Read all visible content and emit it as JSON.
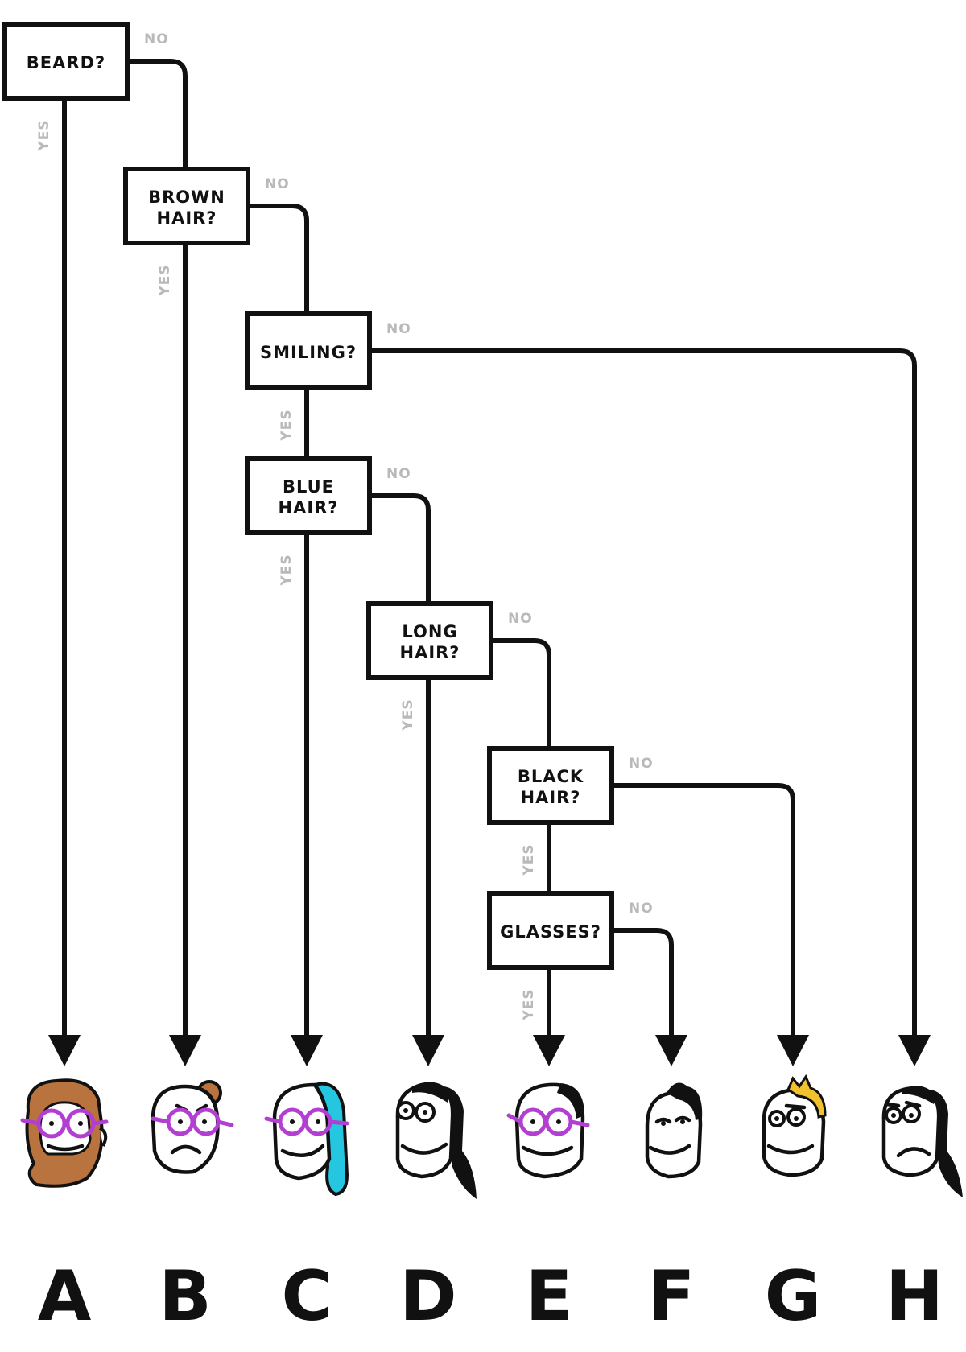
{
  "colors": {
    "ink": "#111111",
    "label_gray": "#b9b9b9",
    "glasses": "#b23fd1",
    "brown_hair": "#b8733f",
    "blue_hair": "#25c6e0",
    "black_hair": "#111111",
    "yellow_hair": "#f2c12e"
  },
  "questions": [
    {
      "id": "q1",
      "lines": [
        "BEARD?"
      ],
      "yes_label": "YES",
      "no_label": "NO"
    },
    {
      "id": "q2",
      "lines": [
        "BROWN",
        "HAIR?"
      ],
      "yes_label": "YES",
      "no_label": "NO"
    },
    {
      "id": "q3",
      "lines": [
        "SMILING?"
      ],
      "yes_label": "YES",
      "no_label": "NO"
    },
    {
      "id": "q4",
      "lines": [
        "BLUE",
        "HAIR?"
      ],
      "yes_label": "YES",
      "no_label": "NO"
    },
    {
      "id": "q5",
      "lines": [
        "LONG",
        "HAIR?"
      ],
      "yes_label": "YES",
      "no_label": "NO"
    },
    {
      "id": "q6",
      "lines": [
        "BLACK",
        "HAIR?"
      ],
      "yes_label": "YES",
      "no_label": "NO"
    },
    {
      "id": "q7",
      "lines": [
        "GLASSES?"
      ],
      "yes_label": "YES",
      "no_label": "NO"
    }
  ],
  "outcomes": [
    {
      "letter": "A",
      "icon": "bearded-face-with-glasses-icon"
    },
    {
      "letter": "B",
      "icon": "frowning-face-with-glasses-icon"
    },
    {
      "letter": "C",
      "icon": "blue-haired-face-with-glasses-icon"
    },
    {
      "letter": "D",
      "icon": "long-haired-smiling-face-icon"
    },
    {
      "letter": "E",
      "icon": "smiling-face-with-glasses-icon"
    },
    {
      "letter": "F",
      "icon": "black-haired-smiling-face-icon"
    },
    {
      "letter": "G",
      "icon": "yellow-haired-smiling-face-icon"
    },
    {
      "letter": "H",
      "icon": "long-haired-frowning-face-icon"
    }
  ]
}
